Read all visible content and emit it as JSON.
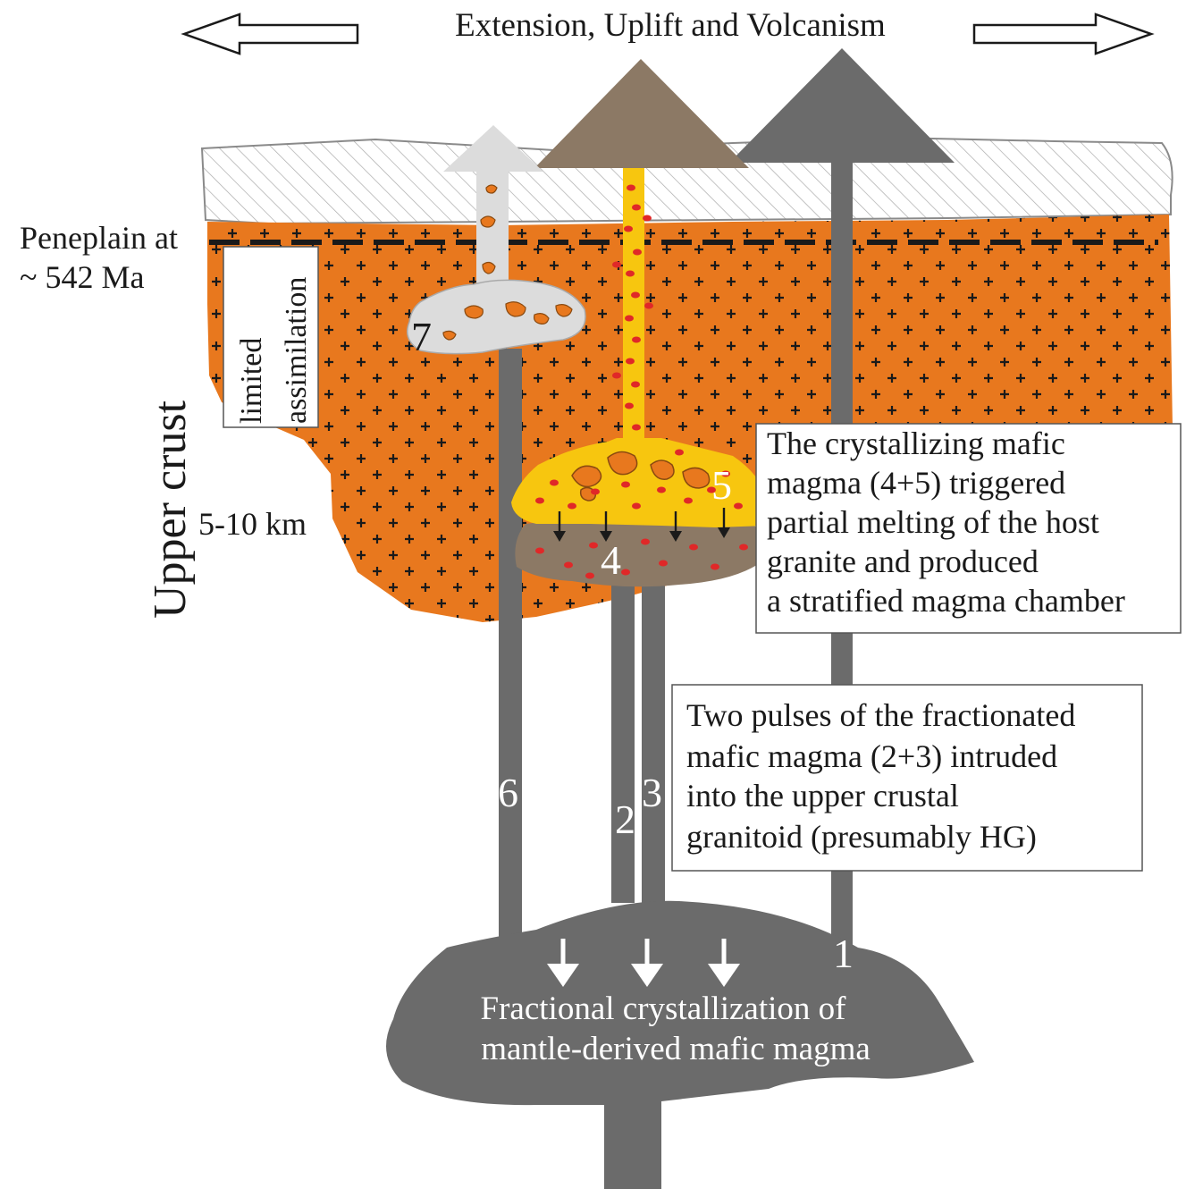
{
  "title": "Extension, Uplift and Volcanism",
  "peneplain": {
    "line1": "Peneplain at",
    "line2": "~ 542 Ma"
  },
  "upper_crust_label": "Upper crust",
  "depth_label": "5-10 km",
  "assimilation": {
    "line1": "limited",
    "line2": "assimilation"
  },
  "stage_numbers": {
    "n1": "1",
    "n2": "2",
    "n3": "3",
    "n4": "4",
    "n5": "5",
    "n6": "6",
    "n7": "7"
  },
  "chamber_box": {
    "lines": [
      "The crystallizing mafic",
      "magma (4+5) triggered",
      "partial melting  of the  host",
      "granite and produced",
      "a stratified magma chamber"
    ]
  },
  "pulses_box": {
    "lines": [
      "Two pulses of the fractionated",
      "mafic magma (2+3) intruded",
      "into the upper crustal",
      "granitoid (presumably HG)"
    ]
  },
  "mantle_label": {
    "line1": "Fractional crystallization of",
    "line2": "mantle-derived mafic magma"
  },
  "colors": {
    "granite": "#e8781e",
    "mafic_grey": "#6b6b6b",
    "brown_magma": "#8c7965",
    "yellow_melt": "#f7c60f",
    "red_dots": "#e02828",
    "light_grey": "#dcdcdc"
  }
}
